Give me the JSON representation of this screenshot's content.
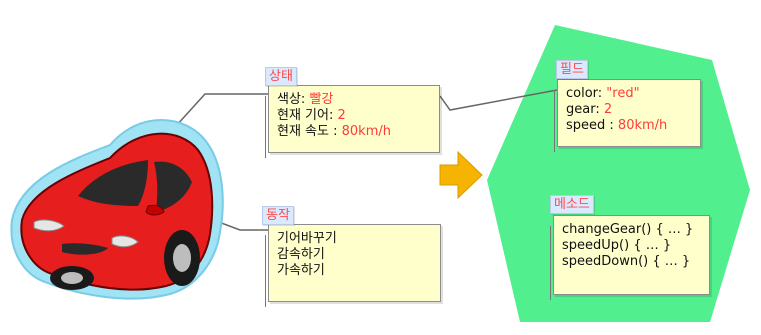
{
  "colors": {
    "hexagon_fill": "#52ef8f",
    "arrow_fill": "#f6b400",
    "value_text": "#ff3b3b",
    "tag_bg": "#dbe9ff",
    "box_bg": "#ffffcc",
    "car_body": "#e61e1e",
    "car_outline": "#7fd6f0"
  },
  "state": {
    "title": "상태",
    "lines": [
      {
        "label": "색상: ",
        "value": "빨강"
      },
      {
        "label": "현재 기어: ",
        "value": "2"
      },
      {
        "label": "현재 속도 : ",
        "value": "80km/h"
      }
    ]
  },
  "action": {
    "title": "동작",
    "lines": [
      "기어바꾸기",
      "감속하기",
      "가속하기"
    ]
  },
  "fields": {
    "title": "필드",
    "lines": [
      {
        "label": "color: ",
        "value": "\"red\""
      },
      {
        "label": "gear: ",
        "value": "2"
      },
      {
        "label": "speed : ",
        "value": "80km/h"
      }
    ]
  },
  "methods": {
    "title": "메소드",
    "lines": [
      "changeGear() { … }",
      "speedUp() { … }",
      "speedDown() { … }"
    ]
  },
  "icons": {
    "car": "car-icon",
    "arrow": "right-arrow-icon",
    "hexagon": "hexagon-shape"
  }
}
